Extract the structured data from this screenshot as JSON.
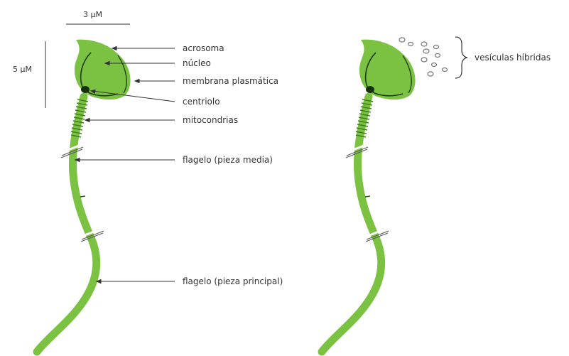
{
  "scale_bars": {
    "horizontal": "3 μM",
    "vertical": "5 μM"
  },
  "labels": {
    "acrosome": "acrosoma",
    "nucleus": "núcleo",
    "plasma_membrane": "membrana plasmática",
    "centriole": "centriolo",
    "mitochondria": "mitocondrias",
    "flagellum_midpiece": "flagelo (pieza media)",
    "flagellum_principal": "flagelo (pieza principal)",
    "hybrid_vesicles": "vesículas híbridas"
  },
  "colors": {
    "cell_fill": "#7cc242",
    "cell_dark": "#3f7f1c",
    "outline": "#1f3d0c",
    "line": "#333333",
    "vesicle": "#777777"
  }
}
